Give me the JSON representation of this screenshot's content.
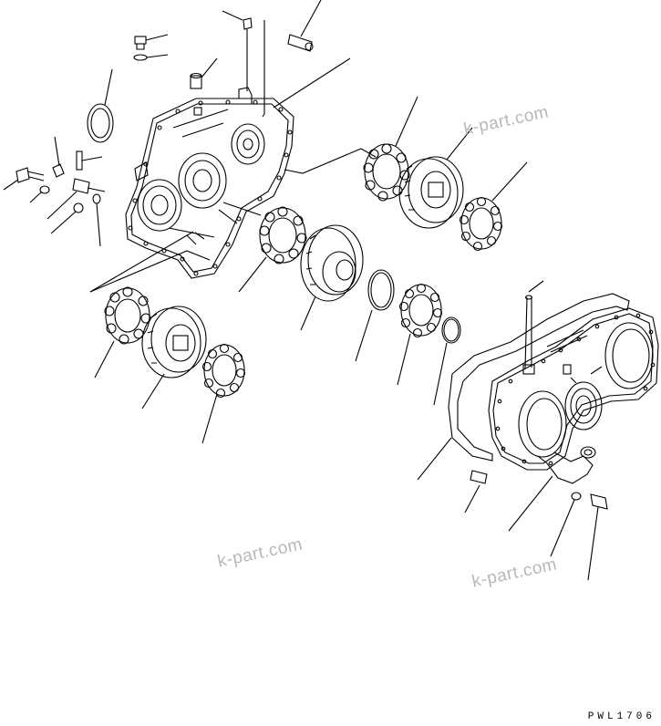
{
  "watermarks": [
    "k-part.com",
    "k-part.com",
    "k-part.com"
  ],
  "drawing_code": "PWL1706",
  "colors": {
    "line": "#000000",
    "watermark": "#b8b8b8",
    "background": "#ffffff"
  }
}
